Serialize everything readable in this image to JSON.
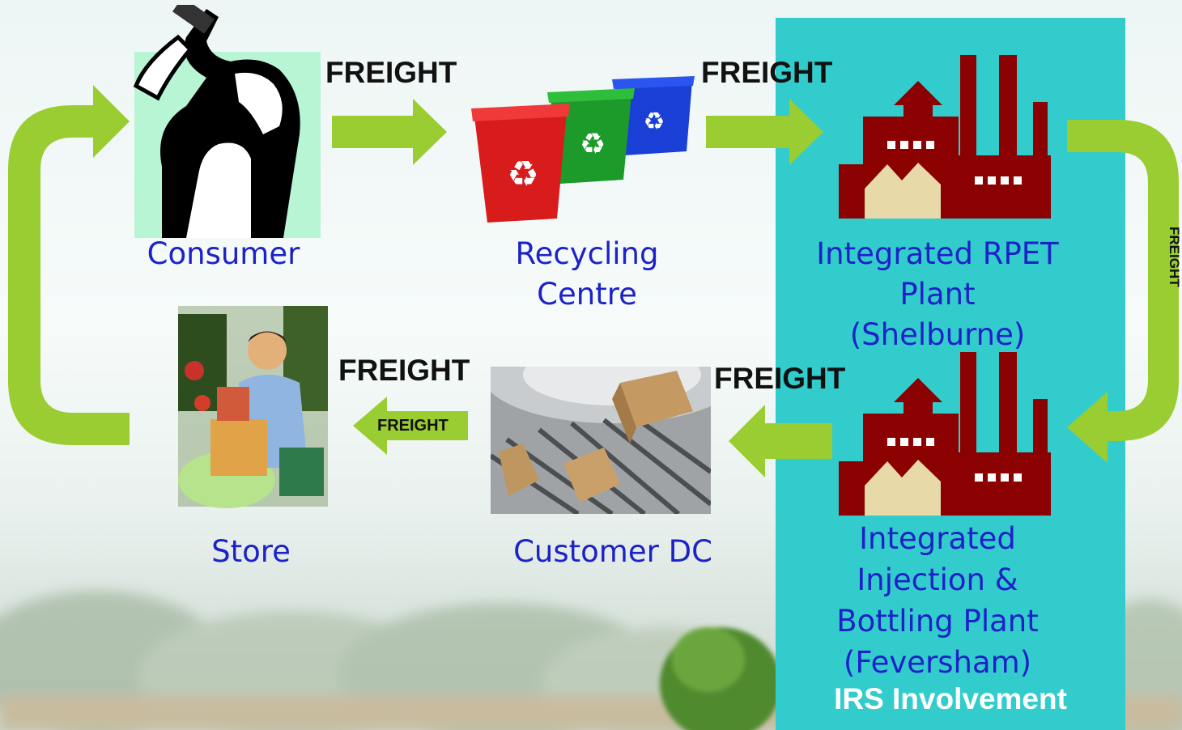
{
  "nodes": {
    "consumer": "Consumer",
    "recycling": [
      "Recycling",
      "Centre"
    ],
    "rpet": [
      "Integrated RPET",
      "Plant",
      "(Shelburne)"
    ],
    "injection": [
      "Integrated",
      "Injection &",
      "Bottling Plant",
      "(Feversham)"
    ],
    "customer_dc": "Customer DC",
    "store": "Store"
  },
  "freight": {
    "consumer_to_recycling": "FREIGHT",
    "recycling_to_rpet": "FREIGHT",
    "rpet_to_injection": "FREIGHT",
    "injection_to_dc": "FREIGHT",
    "dc_to_store_top": "FREIGHT",
    "dc_to_store_arrow": "FREIGHT"
  },
  "irs_label": "IRS Involvement",
  "colors": {
    "arrow": "#9acd32",
    "panel": "#33cccc",
    "label_text": "#1d22c8",
    "factory": "#8b0000",
    "factory_roof": "#e8d9a8"
  }
}
